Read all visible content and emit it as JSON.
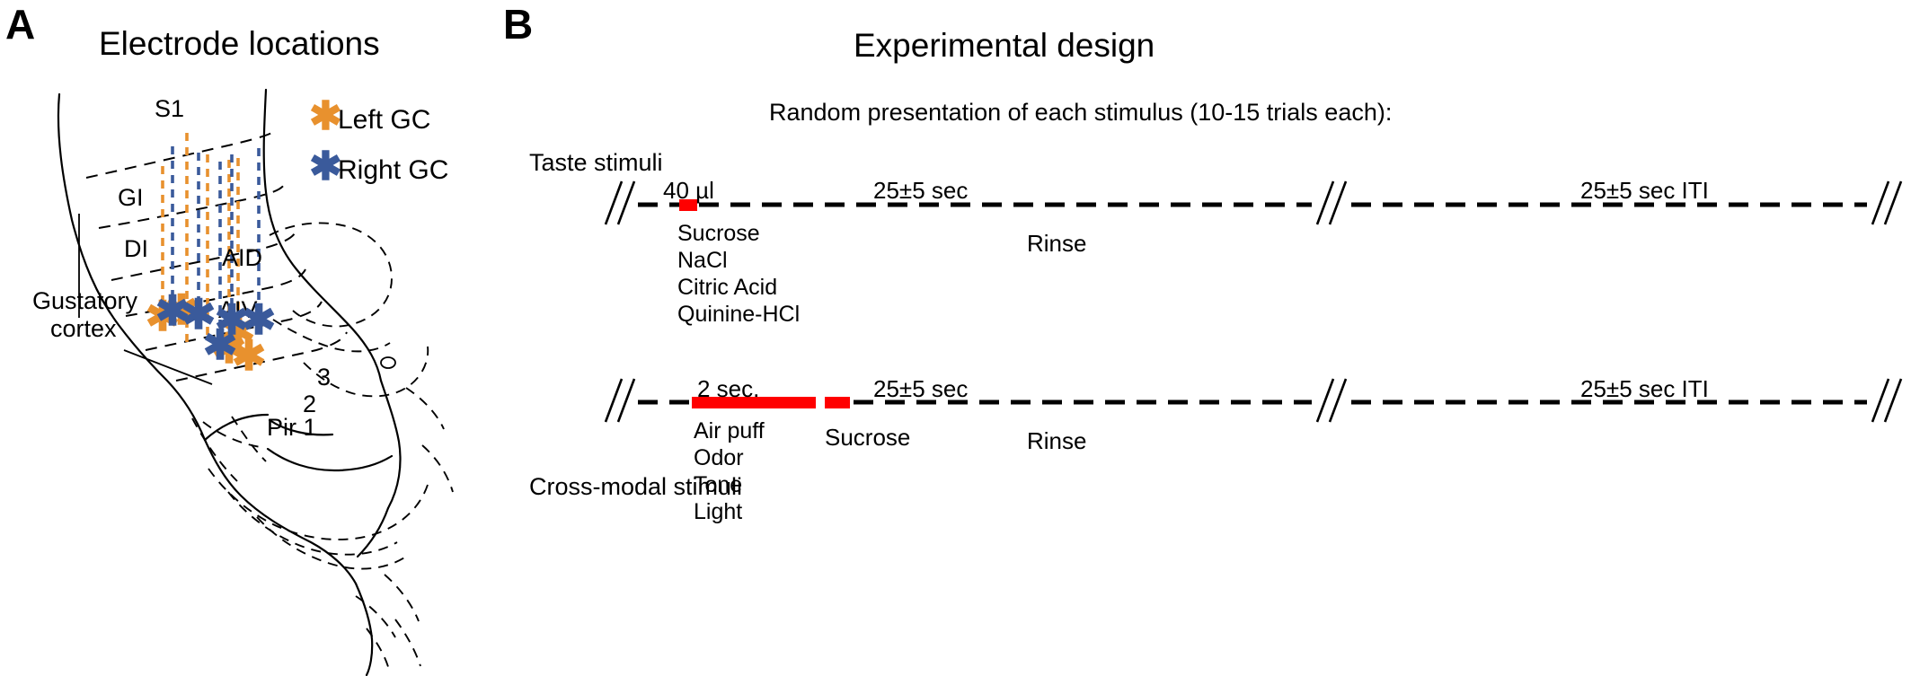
{
  "figure": {
    "panels": [
      {
        "letter": "A",
        "title": "Electrode locations",
        "legend": [
          {
            "label": "Left GC",
            "marker": "asterisk-icon",
            "color": "#E8912E"
          },
          {
            "label": "Right GC",
            "marker": "asterisk-icon",
            "color": "#3A5A9B"
          }
        ],
        "brain_labels": [
          {
            "text": "S1"
          },
          {
            "text": "GI"
          },
          {
            "text": "DI"
          },
          {
            "text": "AID"
          },
          {
            "text": "AIV"
          },
          {
            "text": "Gustatory"
          },
          {
            "text": "cortex"
          },
          {
            "text": "3"
          },
          {
            "text": "2"
          },
          {
            "text": "Pir 1"
          }
        ]
      },
      {
        "letter": "B",
        "title": "Experimental design",
        "subtitle": "Random presentation of each stimulus (10-15 trials each):",
        "rows": [
          {
            "name": "Taste stimuli",
            "event_duration": "40 µl",
            "event_color": "#FF0000",
            "interval_1": "25±5 sec",
            "break_label": "Rinse",
            "interval_2": "25±5 sec ITI",
            "stimuli": [
              "Sucrose",
              "NaCl",
              "Citric Acid",
              "Quinine-HCl"
            ],
            "secondary_event_label": ""
          },
          {
            "name": "Cross-modal stimuli",
            "event_duration": "2 sec.",
            "event_color": "#FF0000",
            "interval_1": "25±5 sec",
            "break_label": "Rinse",
            "interval_2": "25±5 sec ITI",
            "stimuli": [
              "Air puff",
              "Odor",
              "Tone",
              "Light"
            ],
            "secondary_event_label": "Sucrose"
          }
        ]
      }
    ]
  },
  "colors": {
    "left_gc": "#E8912E",
    "right_gc": "#3A5A9B",
    "stimulus_marker": "#FF0000",
    "outline": "#000000"
  }
}
